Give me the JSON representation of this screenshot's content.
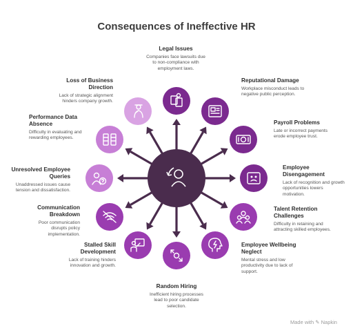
{
  "title": "Consequences of Ineffective HR",
  "footer": "Made with ✎ Napkin",
  "colors": {
    "hub": "#4a2c4d",
    "arrow": "#4a2c4d",
    "purple_dark": "#7b2a8f",
    "purple_mid": "#9a3cb0",
    "purple_light": "#c77fd6",
    "purple_pale": "#d9a3e3"
  },
  "hub": {
    "icon": "person-cycle-icon"
  },
  "items": [
    {
      "title": "Legal Issues",
      "desc": "Companies face lawsuits due to non-compliance with employment laws.",
      "icon": "legal-documents-icon",
      "color": "purple_dark"
    },
    {
      "title": "Reputational Damage",
      "desc": "Workplace misconduct leads to negative public perception.",
      "icon": "newspaper-icon",
      "color": "purple_dark"
    },
    {
      "title": "Payroll Problems",
      "desc": "Late or incorrect payments erode employee trust.",
      "icon": "money-icon",
      "color": "purple_dark"
    },
    {
      "title": "Employee Disengagement",
      "desc": "Lack of recognition and growth opportunities lowers motivation.",
      "icon": "sad-face-icon",
      "color": "purple_dark"
    },
    {
      "title": "Talent Retention Challenges",
      "desc": "Difficulty in retaining and attracting skilled employees.",
      "icon": "team-icon",
      "color": "purple_mid"
    },
    {
      "title": "Employee Wellbeing Neglect",
      "desc": "Mental stress and low productivity due to lack of support.",
      "icon": "head-lightning-icon",
      "color": "purple_mid"
    },
    {
      "title": "Random Hiring",
      "desc": "Inefficient hiring processes lead to poor candidate selection.",
      "icon": "hiring-arrows-icon",
      "color": "purple_mid"
    },
    {
      "title": "Stalled Skill Development",
      "desc": "Lack of training hinders innovation and growth.",
      "icon": "training-board-icon",
      "color": "purple_mid"
    },
    {
      "title": "Communication Breakdown",
      "desc": "Poor communication disrupts policy implementation.",
      "icon": "broken-wifi-icon",
      "color": "purple_mid"
    },
    {
      "title": "Unresolved Employee Queries",
      "desc": "Unaddressed issues cause tension and dissatisfaction.",
      "icon": "person-question-icon",
      "color": "purple_light"
    },
    {
      "title": "Performance Data Absence",
      "desc": "Difficulty in evaluating and rewarding employees.",
      "icon": "data-grid-icon",
      "color": "purple_light"
    },
    {
      "title": "Loss of Business Direction",
      "desc": "Lack of strategic alignment hinders company growth.",
      "icon": "lost-person-icon",
      "color": "purple_pale"
    }
  ]
}
